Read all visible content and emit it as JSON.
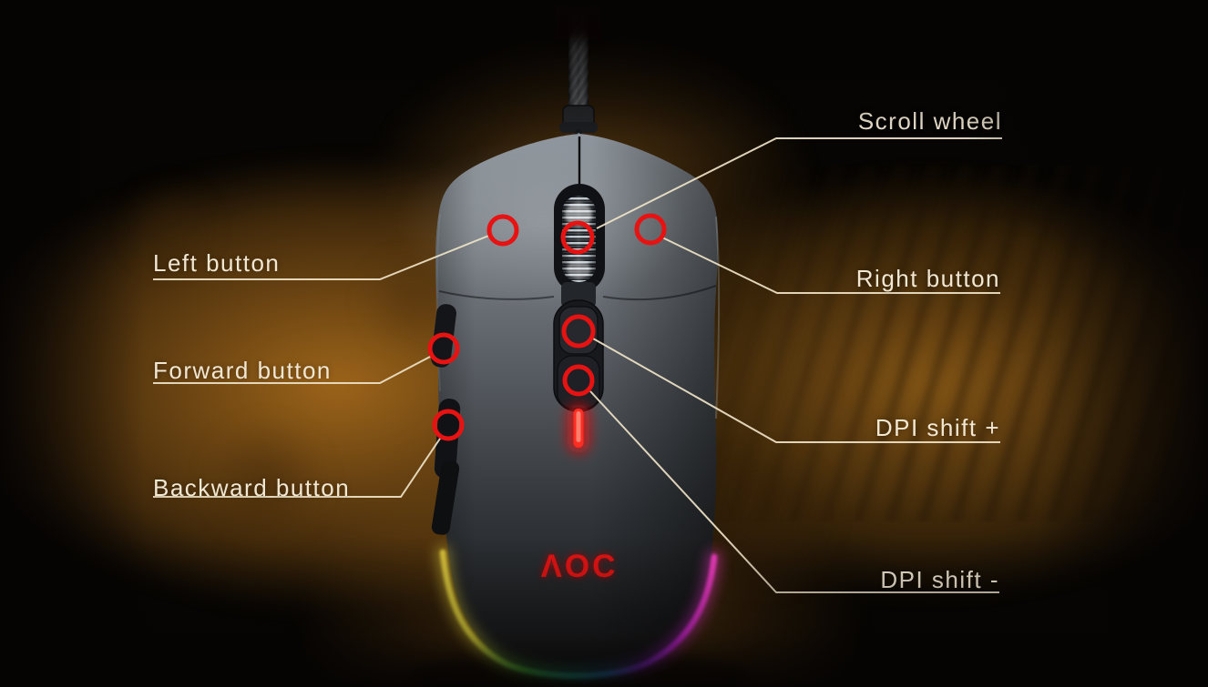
{
  "diagram": {
    "brand": {
      "name": "AOC",
      "logo_display": "ΛOC"
    },
    "callouts": {
      "scroll_wheel": "Scroll wheel",
      "left_button": "Left button",
      "right_button": "Right button",
      "forward_button": "Forward button",
      "backward_button": "Backward button",
      "dpi_shift_plus": "DPI shift +",
      "dpi_shift_minus": "DPI shift -"
    },
    "colors": {
      "background": "#070503",
      "smoke_orange": "#a06a1e",
      "label_text": "#f1e7d3",
      "leader_line": "#efe3c8",
      "marker_red": "#e61312",
      "logo_red": "#e51414",
      "led_red": "#ff2e24",
      "rgb_strip": [
        "#d8c23a",
        "#f0e63e",
        "#55e84a",
        "#2ce8c4",
        "#2f9ff2",
        "#8c2ff0",
        "#d324e0",
        "#f03cc0"
      ]
    }
  }
}
